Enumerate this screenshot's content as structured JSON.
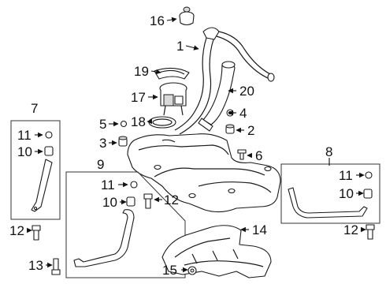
{
  "callouts": [
    {
      "id": "c16",
      "text": "16"
    },
    {
      "id": "c1",
      "text": "1"
    },
    {
      "id": "c19",
      "text": "19"
    },
    {
      "id": "c20",
      "text": "20"
    },
    {
      "id": "c17",
      "text": "17"
    },
    {
      "id": "c4",
      "text": "4"
    },
    {
      "id": "c5",
      "text": "5"
    },
    {
      "id": "c18",
      "text": "18"
    },
    {
      "id": "c2",
      "text": "2"
    },
    {
      "id": "c7",
      "text": "7"
    },
    {
      "id": "c11a",
      "text": "11"
    },
    {
      "id": "c10a",
      "text": "10"
    },
    {
      "id": "c3",
      "text": "3"
    },
    {
      "id": "c6",
      "text": "6"
    },
    {
      "id": "c8",
      "text": "8"
    },
    {
      "id": "c9",
      "text": "9"
    },
    {
      "id": "c11b",
      "text": "11"
    },
    {
      "id": "c11c",
      "text": "11"
    },
    {
      "id": "c10b",
      "text": "10"
    },
    {
      "id": "c12a",
      "text": "12"
    },
    {
      "id": "c10c",
      "text": "10"
    },
    {
      "id": "c12b",
      "text": "12"
    },
    {
      "id": "c12c",
      "text": "12"
    },
    {
      "id": "c14",
      "text": "14"
    },
    {
      "id": "c13",
      "text": "13"
    },
    {
      "id": "c15",
      "text": "15"
    }
  ]
}
